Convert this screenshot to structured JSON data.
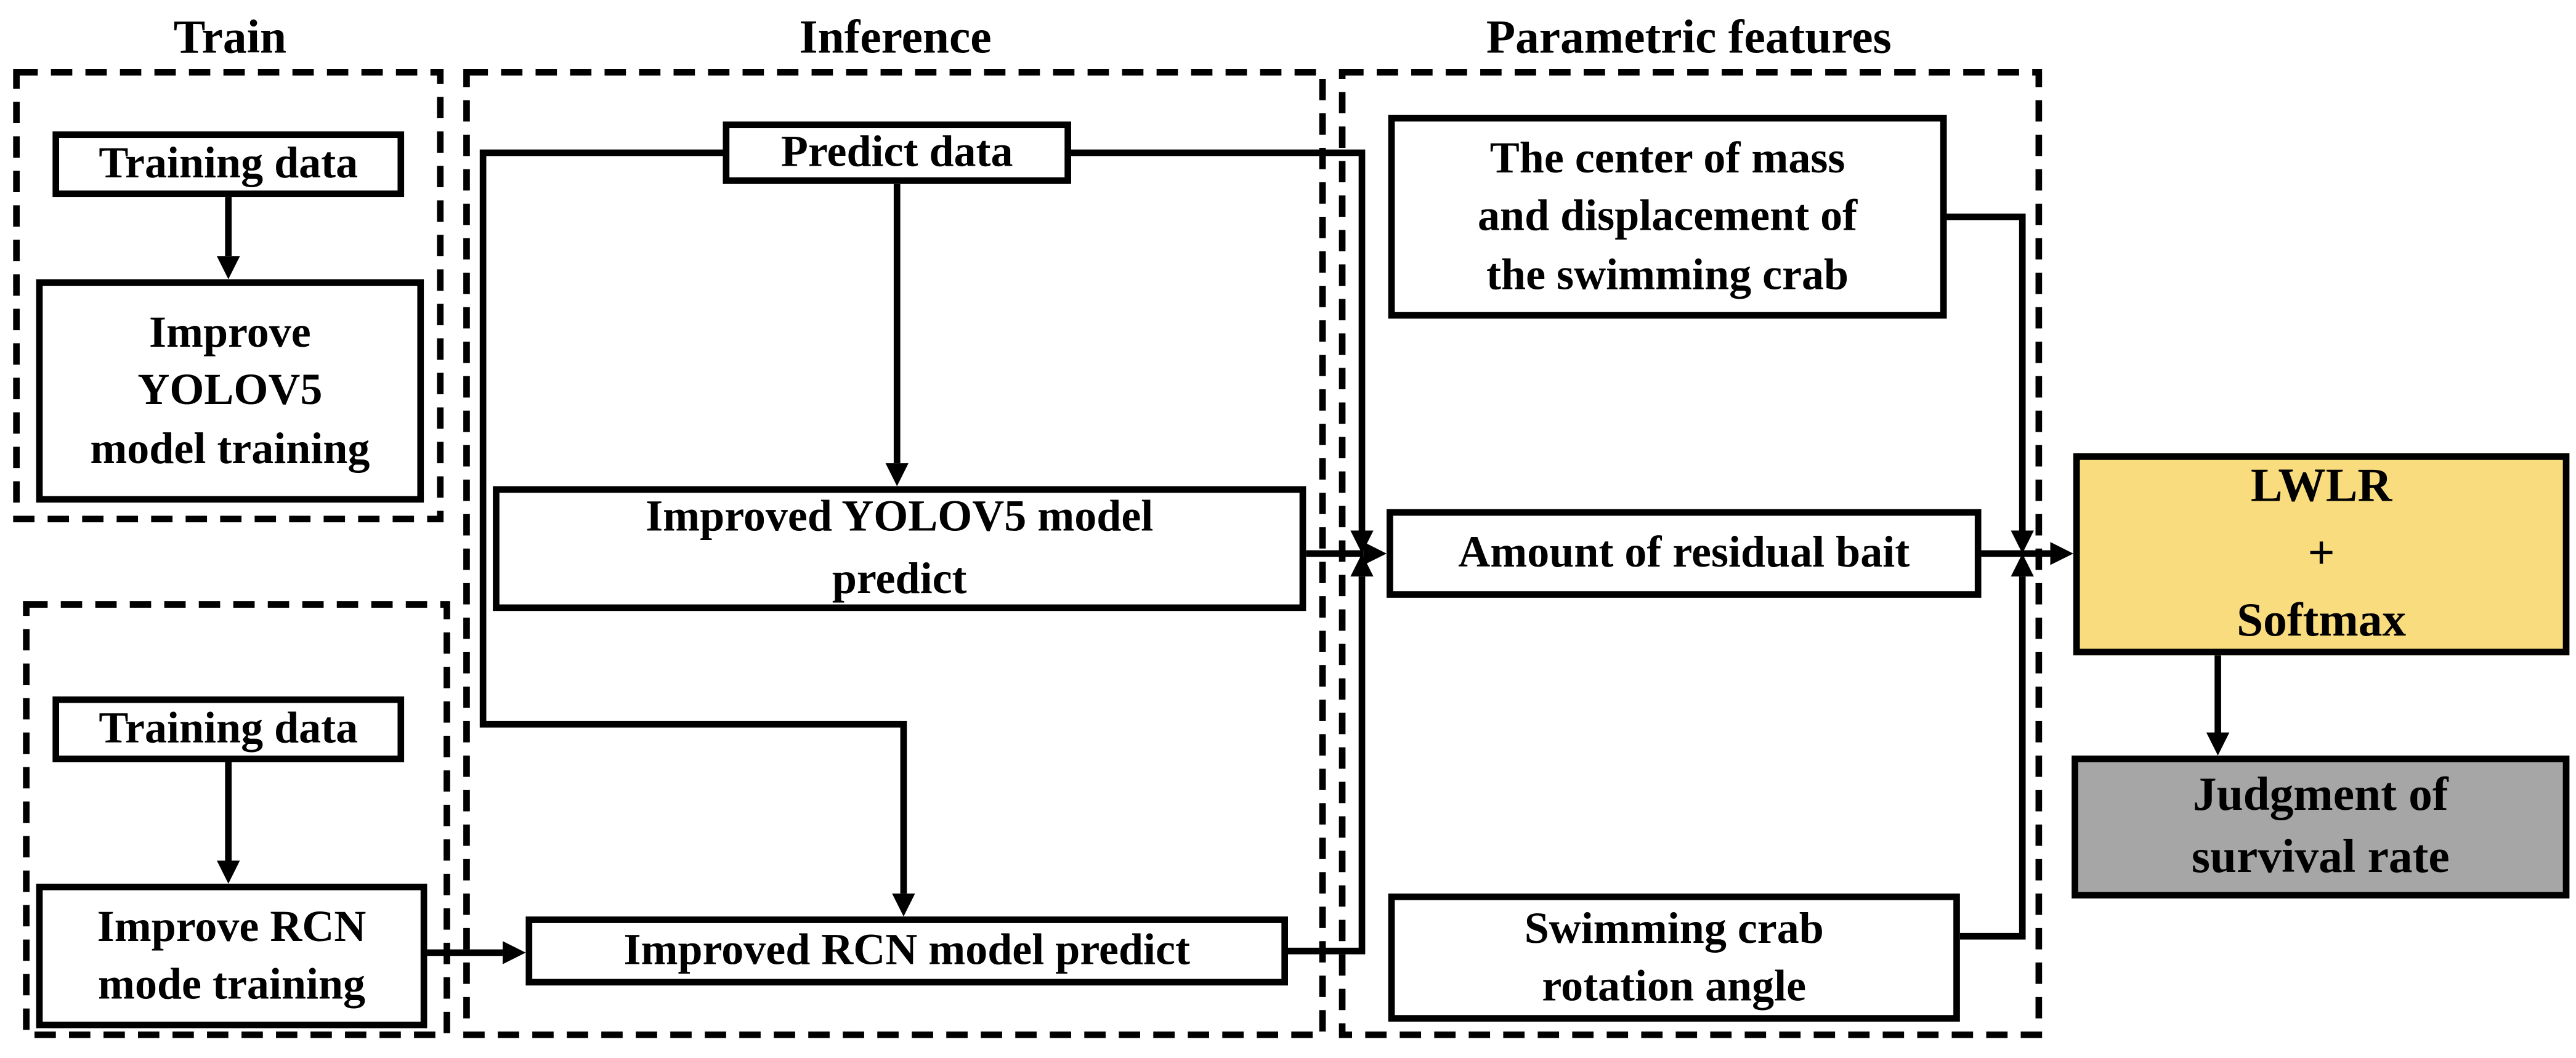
{
  "figure": {
    "sections": [
      {
        "id": "train",
        "label": "Train"
      },
      {
        "id": "inference",
        "label": "Inference"
      },
      {
        "id": "parametric",
        "label": "Parametric features"
      }
    ],
    "nodes": {
      "training_data_top": "Training data",
      "improve_yolov5": "Improve\nYOLOV5\nmodel training",
      "training_data_bottom": "Training data",
      "improve_rcn": "Improve RCN\nmode training",
      "predict_data": "Predict data",
      "yolov5_predict": "Improved YOLOV5 model\npredict",
      "rcn_predict": "Improved RCN model predict",
      "center_mass": "The center of mass\nand displacement of\nthe swimming crab",
      "amount": "Amount of residual bait",
      "rotation": "Swimming crab\nrotation angle",
      "lwlr": "LWLR\n+\nSoftmax",
      "judgment": "Judgment of\nsurvival rate"
    },
    "colors": {
      "line": "#000000",
      "background": "#FFFFFF",
      "lwlr_fill": "#F9DC7D",
      "judgment_fill": "#A6A6A6"
    }
  }
}
